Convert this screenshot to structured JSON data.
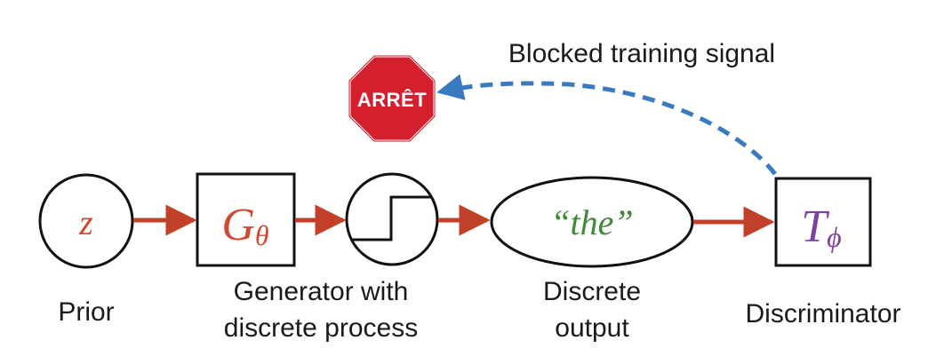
{
  "stop_sign": {
    "text": "ARRÊT",
    "color": "#d4202e"
  },
  "feedback": {
    "label": "Blocked training signal",
    "color": "#3a7bbf"
  },
  "nodes": {
    "prior": {
      "symbol": "z",
      "caption": "Prior",
      "color": "#d04a32"
    },
    "generator": {
      "symbol": "G",
      "subscript": "θ",
      "caption_line1": "Generator with",
      "caption_line2": "discrete process",
      "color": "#d04a32"
    },
    "step_function": {
      "icon": "step-function-icon"
    },
    "output": {
      "text": "“the”",
      "caption_line1": "Discrete",
      "caption_line2": "output",
      "color": "#3f8a35"
    },
    "discriminator": {
      "symbol": "T",
      "subscript": "ϕ",
      "caption": "Discriminator",
      "color": "#7d3fa0"
    }
  },
  "arrow_color": "#c0402a"
}
